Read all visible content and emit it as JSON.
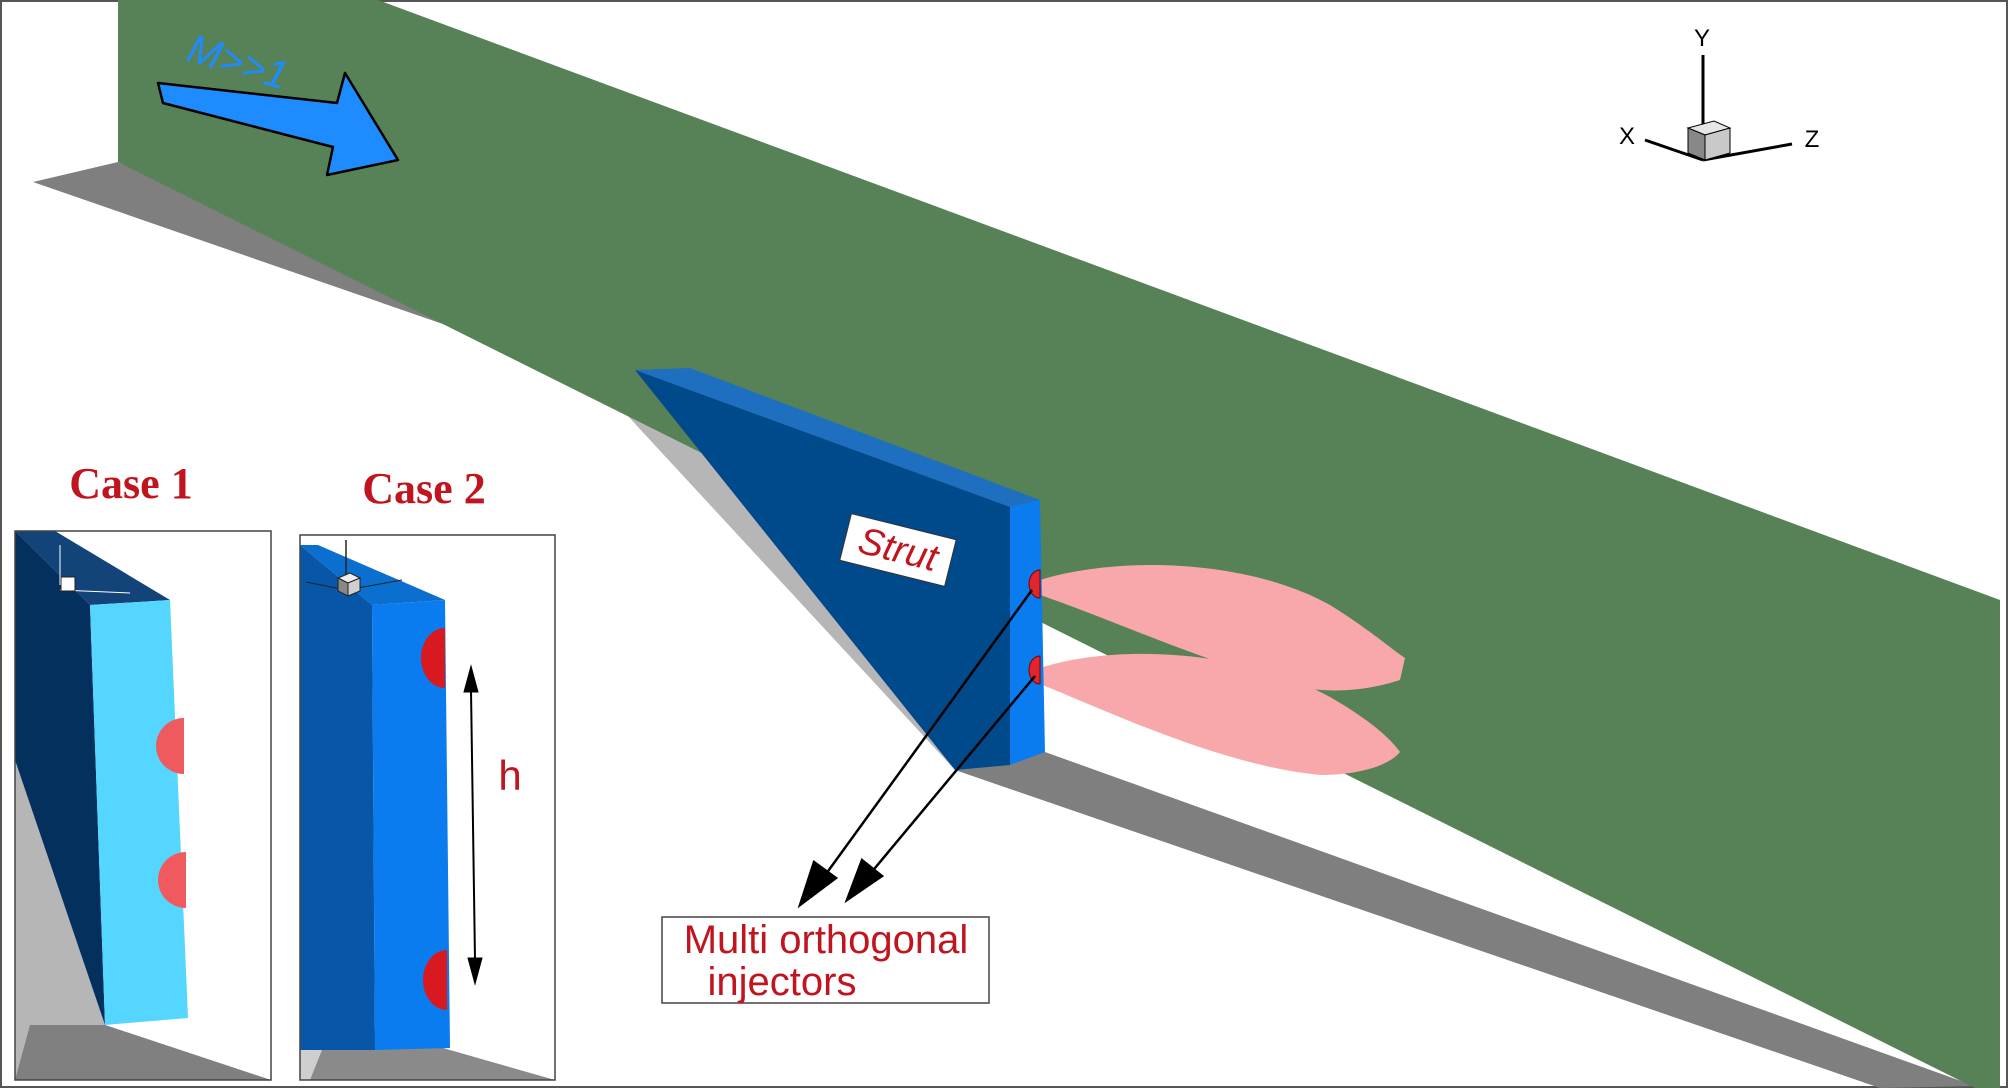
{
  "flow": {
    "mach_label": "M>>1"
  },
  "strut_label": "Strut",
  "injector_callout": {
    "line1": "Multi orthogonal",
    "line2": "injectors"
  },
  "axes": {
    "x": "X",
    "y": "Y",
    "z": "Z"
  },
  "insets": [
    {
      "title": "Case 1"
    },
    {
      "title": "Case 2",
      "dimension_label": "h"
    }
  ],
  "colors": {
    "wall": "#578156",
    "floor": "#7f7f7f",
    "floor_light": "#b8b8b8",
    "strut_side": "#004a8c",
    "strut_face": "#0a7cf0",
    "strut_face_light": "#54d6ff",
    "injector": "#e0252c",
    "plume": "#f8a8aa",
    "flow_arrow": "#1e8cff",
    "title_red": "#c0141e"
  }
}
